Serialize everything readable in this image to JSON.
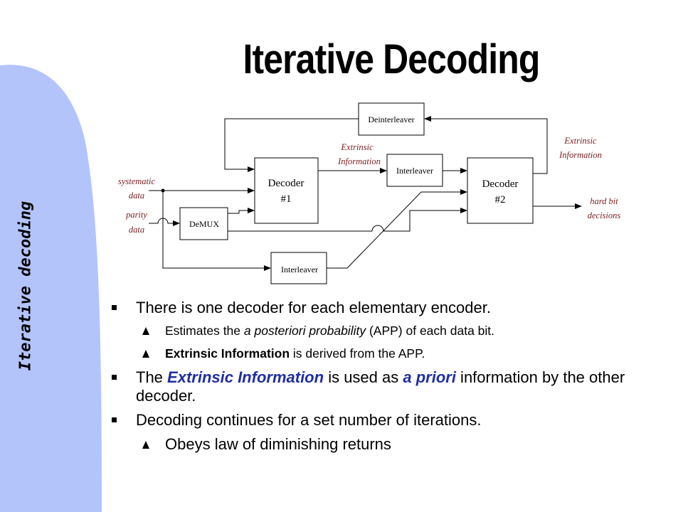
{
  "slide": {
    "title": "Iterative Decoding",
    "side_label": "Iterative decoding"
  },
  "diagram": {
    "deinterleaver": "Deinterleaver",
    "interleaver_top": "Interleaver",
    "interleaver_bottom": "Interleaver",
    "decoder1": [
      "Decoder",
      "#1"
    ],
    "decoder2": [
      "Decoder",
      "#2"
    ],
    "demux": "DeMUX",
    "extrinsic_mid": [
      "Extrinsic",
      "Information"
    ],
    "extrinsic_right": [
      "Extrinsic",
      "Information"
    ],
    "systematic": [
      "systematic",
      "data"
    ],
    "parity": [
      "parity",
      "data"
    ],
    "hard_bit": [
      "hard bit",
      "decisions"
    ]
  },
  "bullets": {
    "b1": "There is one decoder for each elementary encoder.",
    "b1_sub1_pre": "Estimates the ",
    "b1_sub1_ital": "a posteriori probability",
    "b1_sub1_post": " (APP) of each data bit.",
    "b1_sub2_bold": "Extrinsic Information",
    "b1_sub2_post": " is derived from the APP.",
    "b2_pre": "The ",
    "b2_em1": "Extrinsic Information",
    "b2_mid": " is used as ",
    "b2_em2": "a priori",
    "b2_post": " information by the other decoder.",
    "b3": "Decoding continues for a set number of iterations.",
    "b3_sub1": "Obeys law of diminishing returns"
  },
  "colors": {
    "sidebar": "#b3c4fb",
    "emphasis": "#1f2fa0",
    "annotation": "#7a1f1f"
  }
}
